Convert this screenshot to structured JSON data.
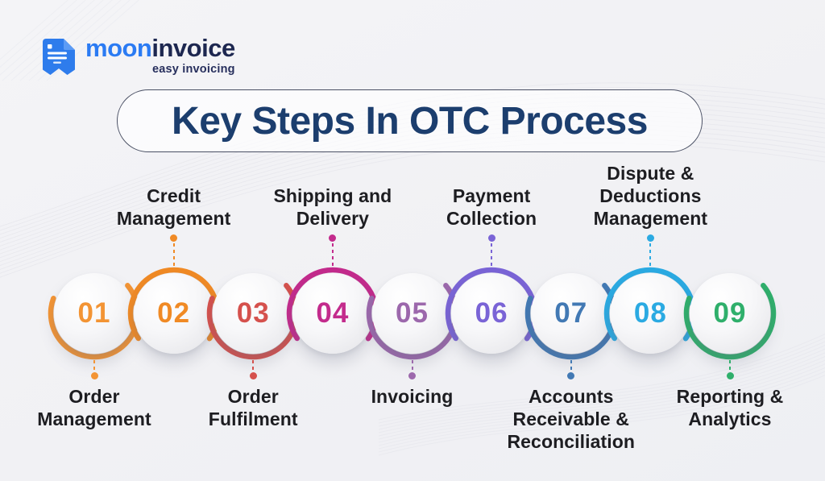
{
  "brand": {
    "name_part1": "moon",
    "name_part2": "invoice",
    "tagline": "easy invoicing",
    "colors": {
      "icon_blue": "#2E7CEC",
      "name_blue": "#2B7BF3",
      "name_navy": "#1D2750",
      "tagline_navy": "#272F5D"
    }
  },
  "title": {
    "text": "Key Steps In OTC Process",
    "color": "#1C3E6E"
  },
  "background_color": "#F2F2F5",
  "label_text_color": "#1D1D21",
  "steps": [
    {
      "number": "01",
      "label": "Order Management",
      "label_lines": [
        "Order",
        "Management"
      ],
      "color": "#F39434",
      "label_position": "below"
    },
    {
      "number": "02",
      "label": "Credit Management",
      "label_lines": [
        "Credit",
        "Management"
      ],
      "color": "#F08A25",
      "label_position": "above"
    },
    {
      "number": "03",
      "label": "Order Fulfilment",
      "label_lines": [
        "Order",
        "Fulfilment"
      ],
      "color": "#D5514D",
      "label_position": "below"
    },
    {
      "number": "04",
      "label": "Shipping and Delivery",
      "label_lines": [
        "Shipping and",
        "Delivery"
      ],
      "color": "#C32B8C",
      "label_position": "above"
    },
    {
      "number": "05",
      "label": "Invoicing",
      "label_lines": [
        "Invoicing"
      ],
      "color": "#9C68AC",
      "label_position": "below"
    },
    {
      "number": "06",
      "label": "Payment Collection",
      "label_lines": [
        "Payment",
        "Collection"
      ],
      "color": "#7A64D6",
      "label_position": "above"
    },
    {
      "number": "07",
      "label": "Accounts Receivable & Reconciliation",
      "label_lines": [
        "Accounts",
        "Receivable &",
        "Reconciliation"
      ],
      "color": "#4279B4",
      "label_position": "below"
    },
    {
      "number": "08",
      "label": "Dispute & Deductions Management",
      "label_lines": [
        "Dispute &",
        "Deductions",
        "Management"
      ],
      "color": "#2BAAE2",
      "label_position": "above"
    },
    {
      "number": "09",
      "label": "Reporting & Analytics",
      "label_lines": [
        "Reporting &",
        "Analytics"
      ],
      "color": "#2FAF6B",
      "label_position": "below"
    }
  ]
}
